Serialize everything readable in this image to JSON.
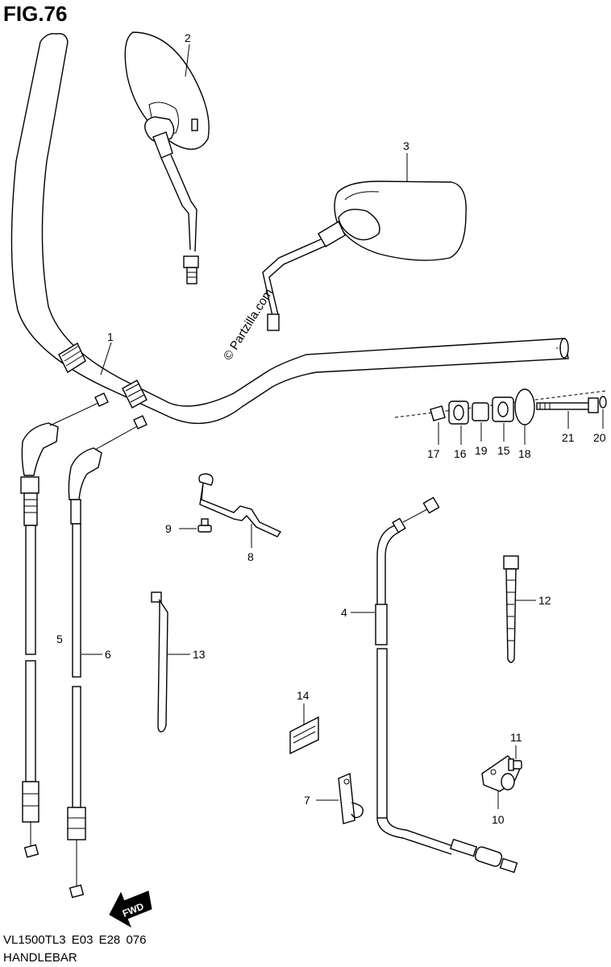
{
  "figure": {
    "title": "FIG.76",
    "model_code": "VL1500TL3  E03  E28  076",
    "section_name": "HANDLEBAR",
    "watermark": "© Partzilla.com",
    "direction_label": "FWD"
  },
  "callouts": {
    "c1": "1",
    "c2": "2",
    "c3": "3",
    "c4": "4",
    "c5": "5",
    "c6": "6",
    "c7": "7",
    "c8": "8",
    "c9": "9",
    "c10": "10",
    "c11": "11",
    "c12": "12",
    "c13": "13",
    "c14": "14",
    "c15": "15",
    "c16": "16",
    "c17": "17",
    "c18": "18",
    "c19": "19",
    "c20": "20",
    "c21": "21"
  }
}
